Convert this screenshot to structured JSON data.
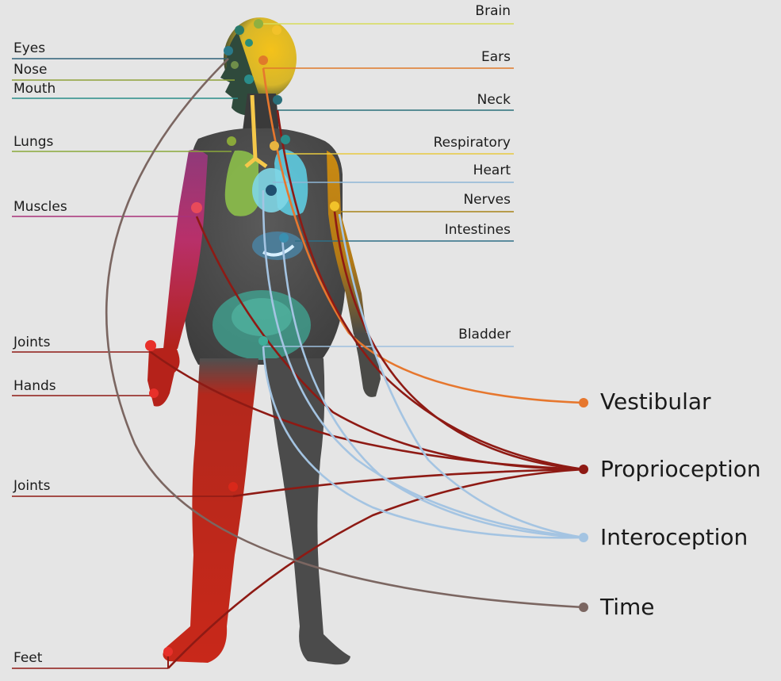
{
  "labels_left": [
    {
      "id": "eyes",
      "text": "Eyes",
      "color": "#2f6278"
    },
    {
      "id": "nose",
      "text": "Nose",
      "color": "#8ea23a"
    },
    {
      "id": "mouth",
      "text": "Mouth",
      "color": "#2a8d8a"
    },
    {
      "id": "lungs",
      "text": "Lungs",
      "color": "#8aa83a"
    },
    {
      "id": "muscles",
      "text": "Muscles",
      "color": "#a8327a"
    },
    {
      "id": "joints-arm",
      "text": "Joints",
      "color": "#8e1a14"
    },
    {
      "id": "hands",
      "text": "Hands",
      "color": "#8e1a14"
    },
    {
      "id": "joints-leg",
      "text": "Joints",
      "color": "#8e1a14"
    },
    {
      "id": "feet",
      "text": "Feet",
      "color": "#8e1a14"
    }
  ],
  "labels_right": [
    {
      "id": "brain",
      "text": "Brain",
      "color": "#d6dc5a"
    },
    {
      "id": "ears",
      "text": "Ears",
      "color": "#e07a2a"
    },
    {
      "id": "neck",
      "text": "Neck",
      "color": "#2a6f7a"
    },
    {
      "id": "respiratory",
      "text": "Respiratory",
      "color": "#e8c940"
    },
    {
      "id": "heart",
      "text": "Heart",
      "color": "#8fb6d6"
    },
    {
      "id": "nerves",
      "text": "Nerves",
      "color": "#a8841a"
    },
    {
      "id": "intestines",
      "text": "Intestines",
      "color": "#2f6f86"
    },
    {
      "id": "bladder",
      "text": "Bladder",
      "color": "#9ec0de"
    }
  ],
  "senses": [
    {
      "id": "vestibular",
      "text": "Vestibular",
      "color": "#e6772e"
    },
    {
      "id": "proprioception",
      "text": "Proprioception",
      "color": "#8e1a14"
    },
    {
      "id": "interoception",
      "text": "Interoception",
      "color": "#a4c4e2"
    },
    {
      "id": "time",
      "text": "Time",
      "color": "#7b6661"
    }
  ]
}
